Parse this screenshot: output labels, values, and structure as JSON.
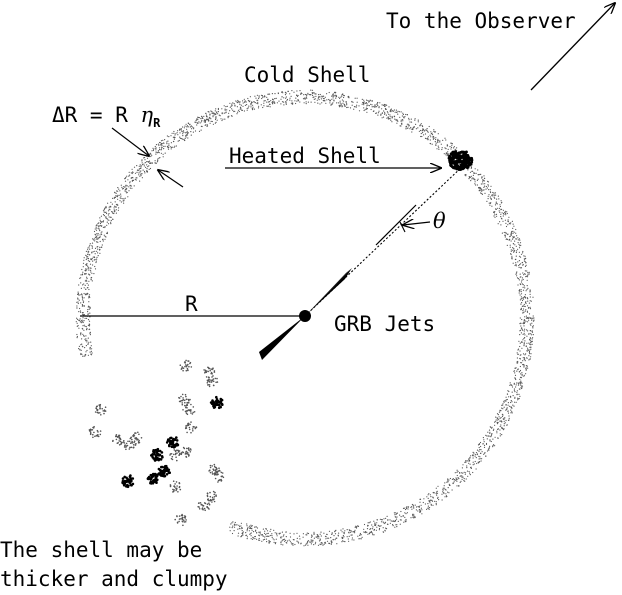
{
  "labels": {
    "observer": "To the Observer",
    "cold_shell": "Cold Shell",
    "heated_shell": "Heated Shell",
    "delta_r_prefix": "ΔR = R ",
    "eta": "η",
    "eta_sub": "R",
    "theta": "θ",
    "radius": "R",
    "jets": "GRB Jets",
    "clumpy_line1": "The shell may be",
    "clumpy_line2": "thicker and clumpy"
  },
  "colors": {
    "ink": "#000000",
    "shell_dots": "#555555",
    "background": "#ffffff"
  }
}
